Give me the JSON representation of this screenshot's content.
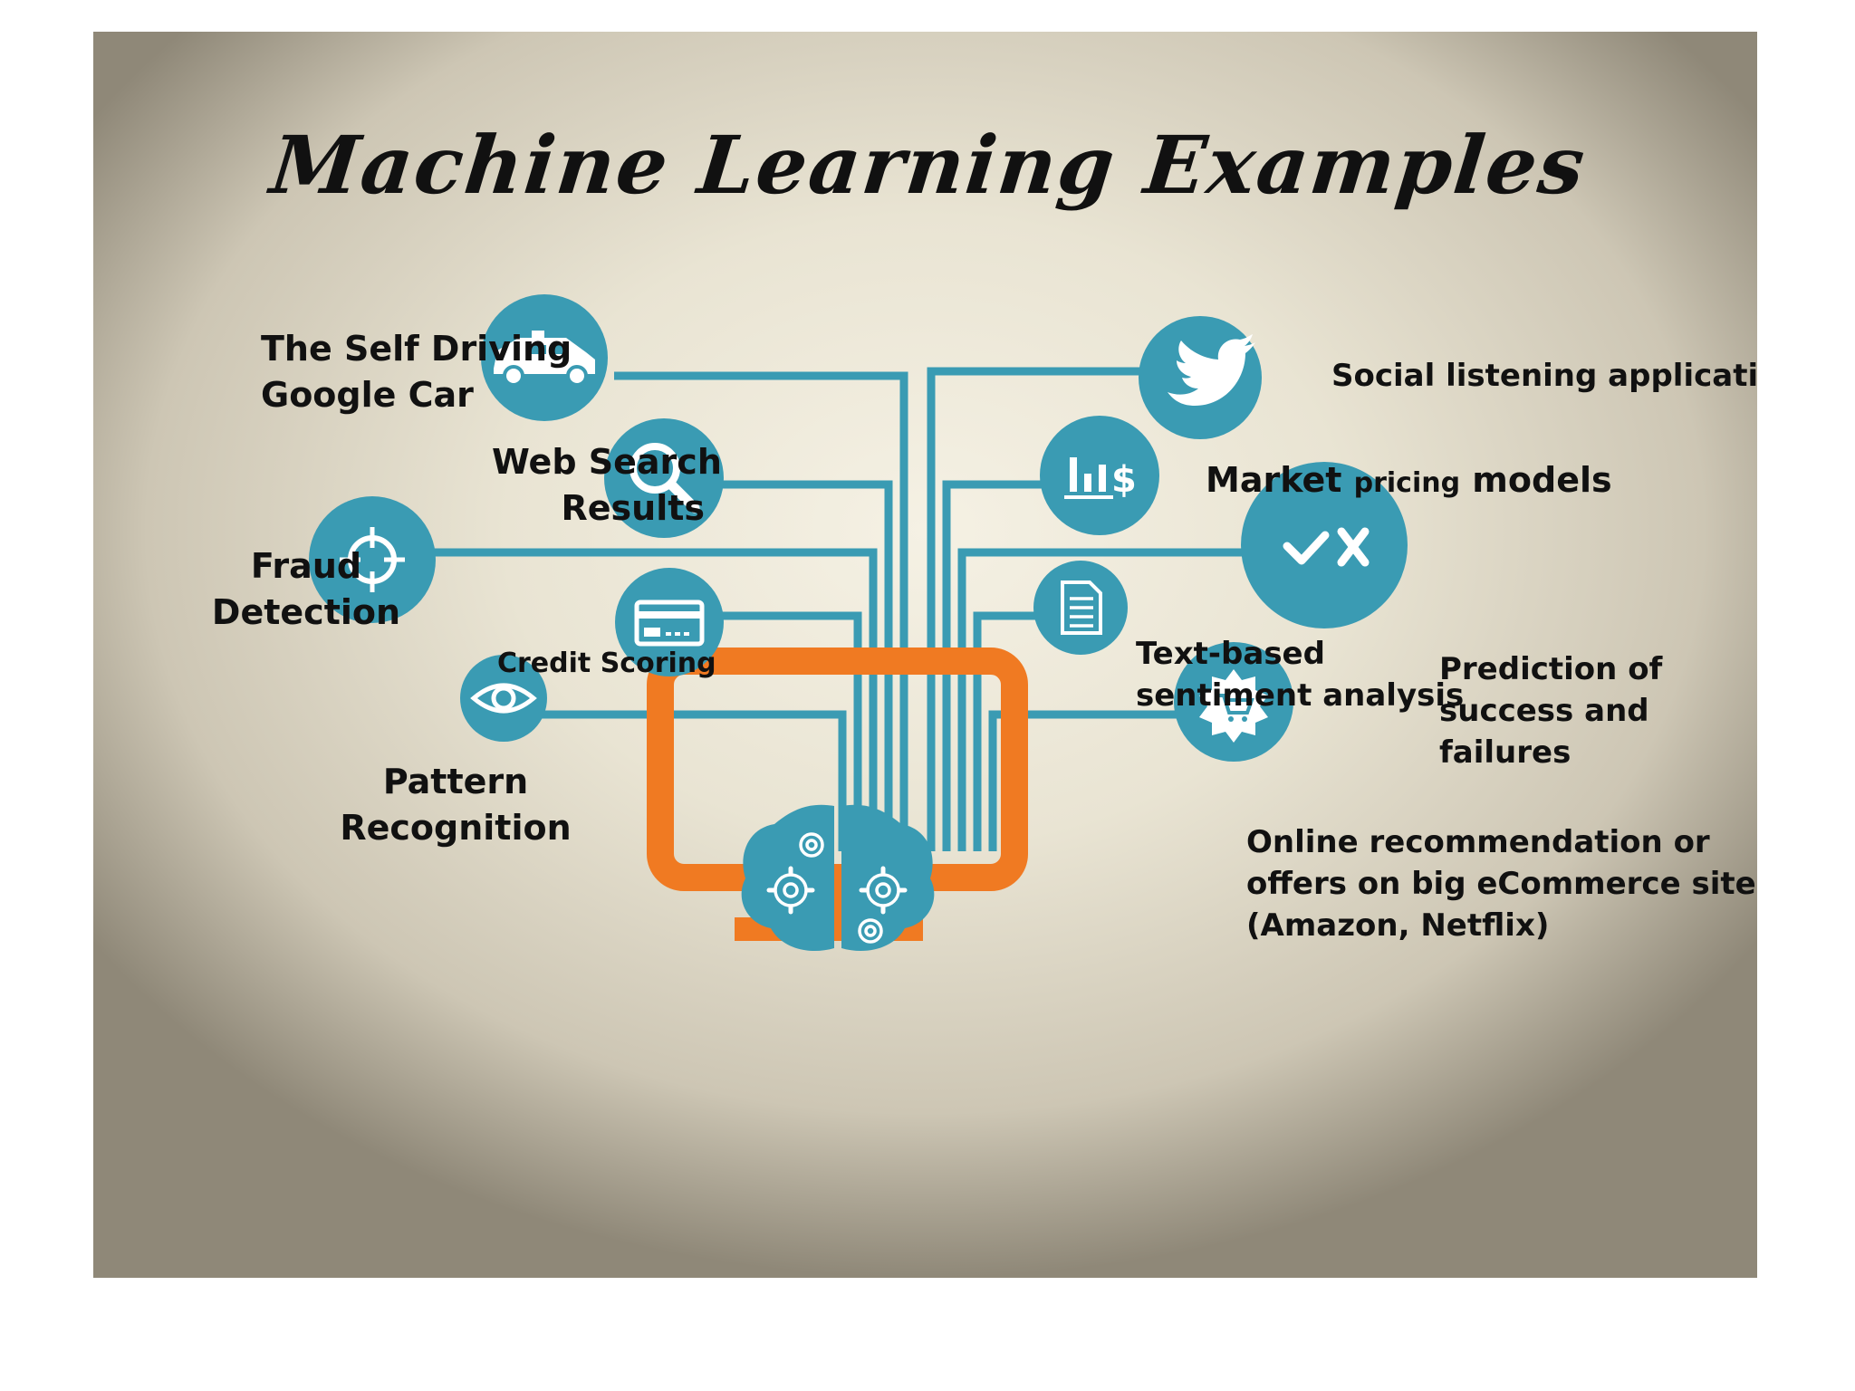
{
  "title": "Machine Learning Examples",
  "colors": {
    "teal": "#3a9bb3",
    "orange": "#f07a22",
    "ink": "#111111"
  },
  "left_examples": [
    {
      "line1": "The  Self  Driving",
      "line2": "Google Car",
      "icon": "car-icon"
    },
    {
      "line1": "Web Search",
      "line2": "Results",
      "icon": "search-magnifier-icon"
    },
    {
      "line1": "Fraud",
      "line2": "Detection",
      "icon": "crosshair-icon"
    },
    {
      "line1": "Credit Scoring",
      "icon": "credit-card-icon"
    },
    {
      "line1": "Pattern",
      "line2": "Recognition",
      "icon": "eye-icon"
    }
  ],
  "right_examples": [
    {
      "line1": "Social listening applications",
      "icon": "twitter-bird-icon"
    },
    {
      "line1_a": "Market ",
      "line1_b": "pricing",
      "line1_c": " models",
      "icon": "bar-chart-dollar-icon"
    },
    {
      "line1": "Prediction of",
      "line2": "success and",
      "line3": "failures",
      "icon": "check-x-icon"
    },
    {
      "line1": "Text-based",
      "line2": "sentiment analysis",
      "icon": "document-icon"
    },
    {
      "line1": "Online recommendation or",
      "line2": "offers on big eCommerce sites",
      "line3": "(Amazon, Netflix)",
      "icon": "shopping-cart-badge-icon"
    }
  ],
  "center": {
    "icon": "monitor-brain-gears-icon"
  }
}
